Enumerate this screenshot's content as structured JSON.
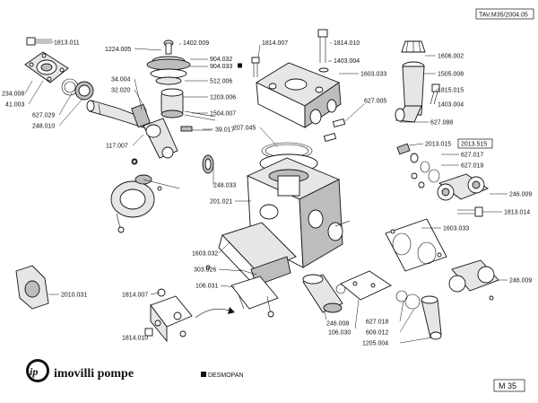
{
  "header": {
    "ref_code": "TAV.M35/2004.05"
  },
  "footer": {
    "logo_mark": "ip",
    "brand": "imovilli pompe",
    "legend_text": "DESMOPAN",
    "page_code": "M 35"
  },
  "part_labels": {
    "p1813_011": "1813.011",
    "p1224_005": "1224.005",
    "p1402_009": "1402.009",
    "p904_032": "904.032",
    "p904_033": "904.033",
    "p1814_007a": "1814.007",
    "p1814_010a": "1814.010",
    "p1403_004a": "1403.004",
    "p1606_002": "1606.002",
    "p1505_008": "1505.008",
    "p1815_015": "1815.015",
    "p1403_004b": "1403.004",
    "p234_008": "234.008",
    "p41_003": "41.003",
    "p34_004": "34.004",
    "p32_020": "32.020",
    "p512_006": "512.006",
    "p1203_006": "1203.006",
    "p1504_007": "1504.007",
    "p39_017": "39.017",
    "p627_029": "627.029",
    "p248_010": "248.010",
    "p1603_033a": "1603.033",
    "p627_005": "627.005",
    "p627_088": "627.088",
    "p207_045": "207.045",
    "p117_007": "117.007",
    "p2013_015": "2013.015",
    "p2013_515": "2013.515",
    "p627_017": "627.017",
    "p627_019": "627.019",
    "p248_033": "248.033",
    "p246_009a": "246.009",
    "p201_021": "201.021",
    "p1813_014": "1813.014",
    "p1603_033b": "1603.033",
    "p1603_032": "1603.032",
    "p303_026": "303.026",
    "p2010_031": "2010.031",
    "p106_031": "106.031",
    "p246_009b": "246.009",
    "p1814_007b": "1814.007",
    "p246_008": "246.008",
    "p106_030": "106.030",
    "p627_018": "627.018",
    "p609_012": "609.012",
    "p1814_010b": "1814.010",
    "p1205_004": "1205.004"
  }
}
